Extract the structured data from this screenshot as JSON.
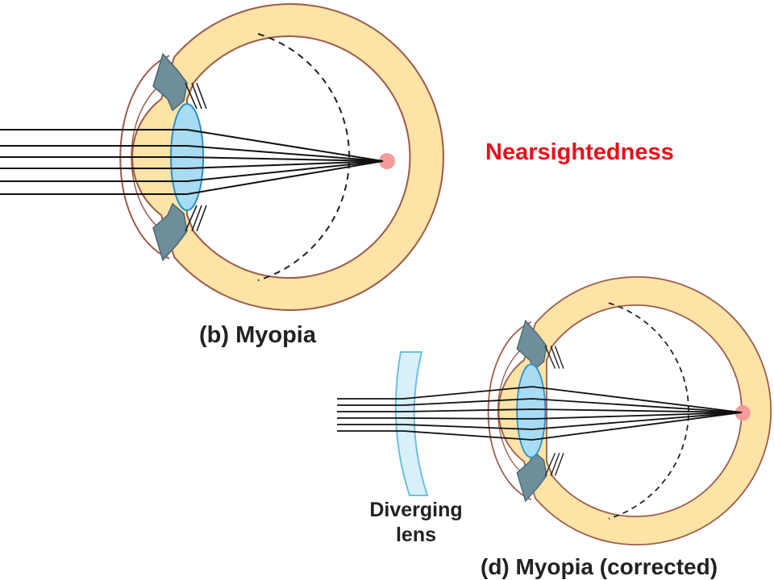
{
  "diagram": {
    "title": "Nearsightedness",
    "title_color": "#e8101a",
    "panel_b_caption": "(b) Myopia",
    "panel_d_caption": "(d) Myopia (corrected)",
    "lens_label_line1": "Diverging",
    "lens_label_line2": "lens",
    "colors": {
      "sclera": "#fce3a6",
      "sclera_outline": "#9c5a4a",
      "lens": "#a8dcf5",
      "lens_outline": "#2a8fc7",
      "iris": "#6f8e9c",
      "focal_point": "#f59b9b",
      "ray": "#111111",
      "text": "#222222"
    }
  }
}
